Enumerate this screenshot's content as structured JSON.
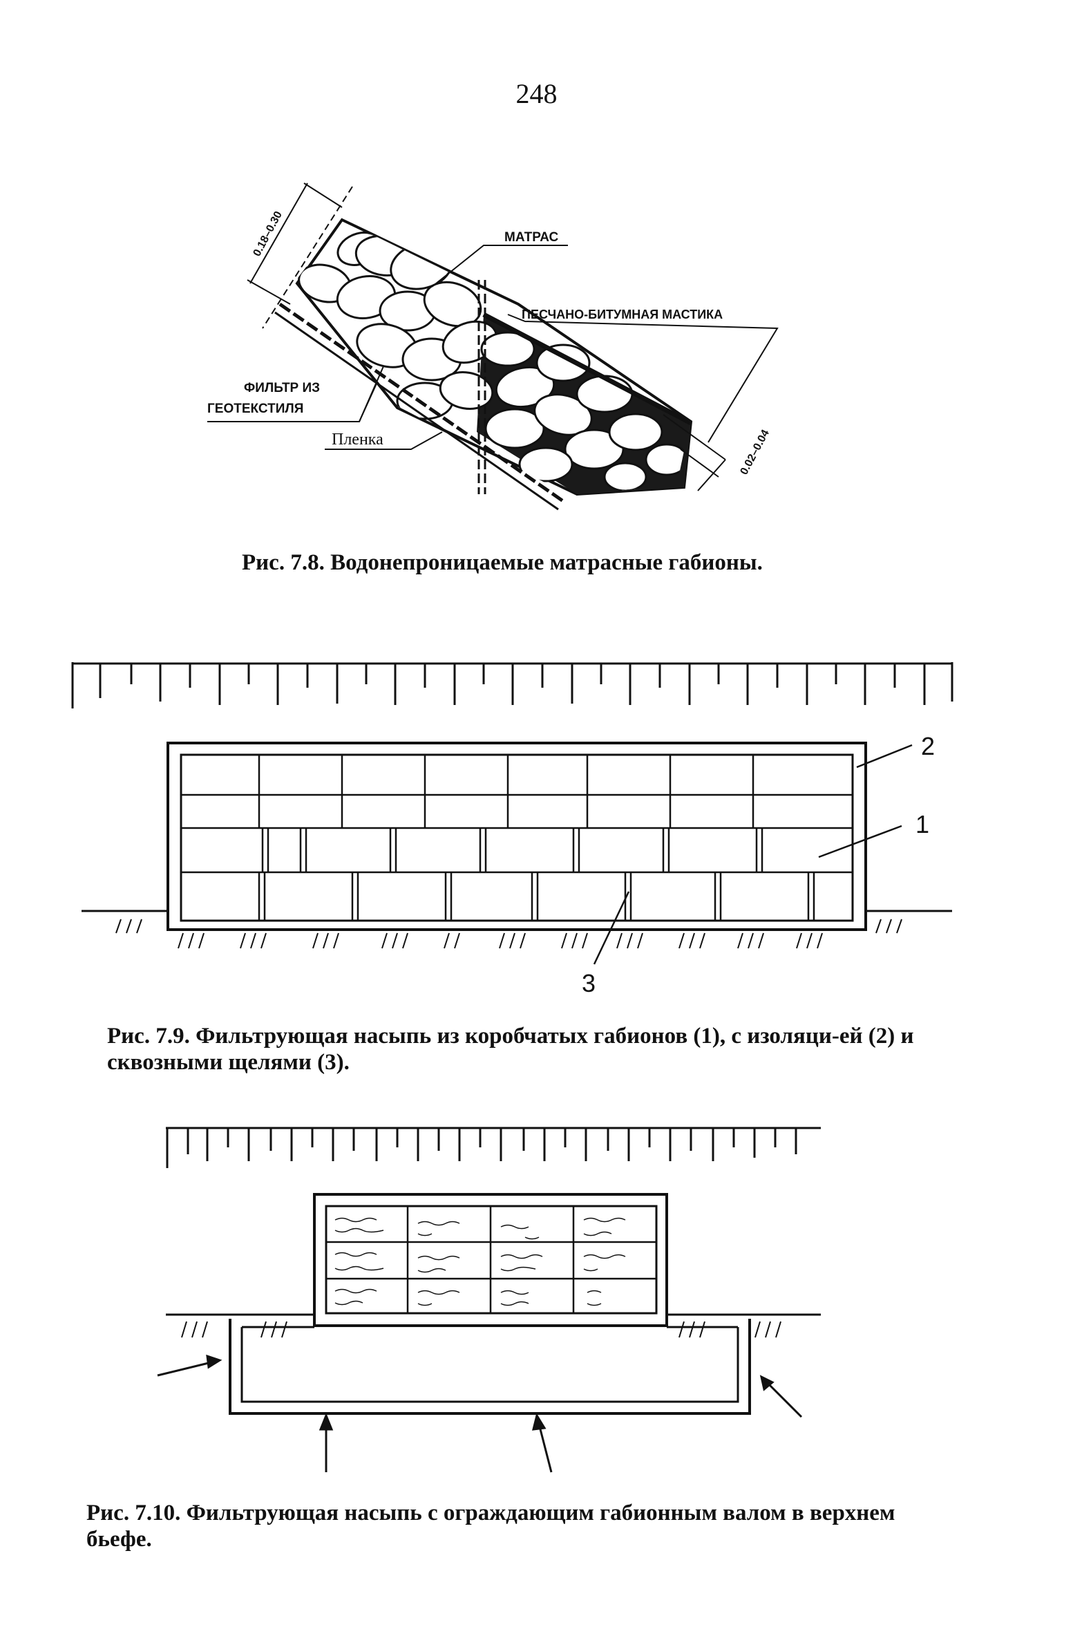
{
  "page_number": "248",
  "figure_7_8": {
    "label_matras": "МАТРАС",
    "label_mastika": "ПЕСЧАНО-БИТУМНАЯ МАСТИКА",
    "label_filter_line1": "ФИЛЬТР ИЗ",
    "label_filter_line2": "ГЕОТЕКСТИЛЯ",
    "label_plenka": "Пленка",
    "dim_thickness": "0.18–0.30",
    "dim_mastic": "0.02–0.04",
    "caption": "Рис. 7.8. Водонепроницаемые матрасные габионы."
  },
  "figure_7_9": {
    "callout_1": "1",
    "callout_2": "2",
    "callout_3": "3",
    "caption": "Рис. 7.9. Фильтрующая насыпь из коробчатых габионов (1), с изоляци-ей (2) и сквозными щелями (3)."
  },
  "figure_7_10": {
    "caption": "Рис. 7.10. Фильтрующая насыпь с ограждающим габионным валом в верхнем бьефе."
  }
}
